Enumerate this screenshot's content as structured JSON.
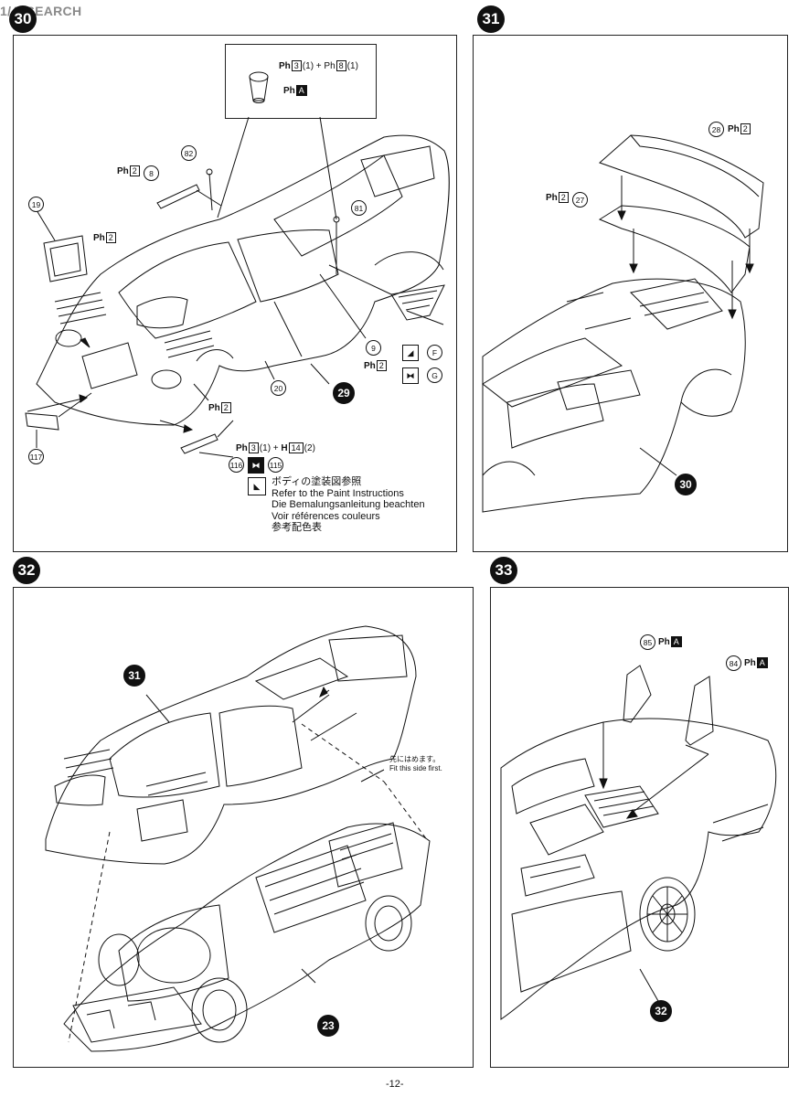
{
  "watermark": "1/43SEARCH",
  "page_number": "-12-",
  "step30": {
    "step": "30",
    "inset_note_line1_a": "Ph",
    "inset_note_line1_b": "3",
    "inset_note_line1_c": "(1) + Ph",
    "inset_note_line1_d": "8",
    "inset_note_line1_e": "(1)",
    "inset_note_line2_a": "Ph",
    "inset_note_line2_b": "A",
    "labels": {
      "p82": "82",
      "p8": "8",
      "p8_ph": "2",
      "p19": "19",
      "p19_ph": "2",
      "p81": "81",
      "p9": "9",
      "p9_ph": "2",
      "paint_f": "F",
      "paint_g": "G",
      "p20": "20",
      "p29": "29",
      "p20_ph": "2",
      "p117": "117",
      "p116": "116",
      "p115": "115",
      "bottom_ph_a": "3",
      "bottom_ph_b": "(1) +",
      "bottom_ph_c": "14",
      "bottom_ph_d": "(2)"
    },
    "paint_instructions": [
      "ボディの塗装図参照",
      "Refer to the Paint Instructions",
      "Die Bemalungsanleitung beachten",
      "Voir références couleurs",
      "参考配色表"
    ]
  },
  "step31": {
    "step": "31",
    "labels": {
      "p28": "28",
      "p28_ph": "2",
      "p27": "27",
      "p27_ph": "2",
      "p30": "30"
    }
  },
  "step32": {
    "step": "32",
    "labels": {
      "p31": "31",
      "p23": "23"
    },
    "fit_note": [
      "先にはめます。",
      "Fit this side first."
    ]
  },
  "step33": {
    "step": "33",
    "labels": {
      "p85": "85",
      "p85_ph": "A",
      "p84": "84",
      "p84_ph": "A",
      "p32": "32"
    }
  }
}
